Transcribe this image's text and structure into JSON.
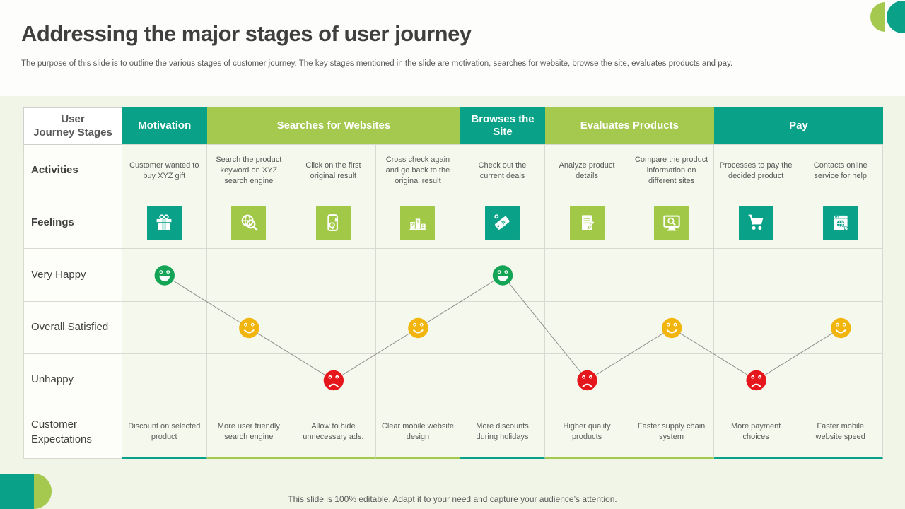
{
  "header": {
    "title": "Addressing the major stages of user journey",
    "subtitle": "The purpose of this slide is to outline the various stages of customer journey. The key stages mentioned in the slide are motivation, searches for website, browse the site, evaluates products and pay."
  },
  "table": {
    "corner_label": "User\nJourney Stages",
    "groups": [
      {
        "label": "Motivation",
        "span": 1,
        "color": "teal"
      },
      {
        "label": "Searches for Websites",
        "span": 3,
        "color": "lime"
      },
      {
        "label": "Browses the Site",
        "span": 1,
        "color": "teal"
      },
      {
        "label": "Evaluates Products",
        "span": 2,
        "color": "lime"
      },
      {
        "label": "Pay",
        "span": 2,
        "color": "teal"
      }
    ],
    "row_labels": [
      "Activities",
      "Feelings",
      "Very Happy",
      "Overall Satisfied",
      "Unhappy",
      "Customer Expectations"
    ],
    "stages": [
      {
        "activity": "Customer wanted to buy XYZ gift",
        "icon": "gift-icon",
        "icon_color": "teal",
        "feeling": "very_happy",
        "expectation": "Discount on selected product"
      },
      {
        "activity": "Search the product keyword on XYZ search engine",
        "icon": "globe-search-icon",
        "icon_color": "lime",
        "feeling": "satisfied",
        "expectation": "More user friendly search engine"
      },
      {
        "activity": "Click on the first original result",
        "icon": "mobile-click-icon",
        "icon_color": "lime",
        "feeling": "unhappy",
        "expectation": "Allow to hide unnecessary ads."
      },
      {
        "activity": "Cross check again and go back to the original result",
        "icon": "ranking-podium-icon",
        "icon_color": "lime",
        "feeling": "satisfied",
        "expectation": "Clear mobile website design"
      },
      {
        "activity": "Check out the current deals",
        "icon": "discount-tag-icon",
        "icon_color": "teal",
        "feeling": "very_happy",
        "expectation": "More discounts during holidays"
      },
      {
        "activity": "Analyze product details",
        "icon": "document-analysis-icon",
        "icon_color": "lime",
        "feeling": "unhappy",
        "expectation": "Higher quality products"
      },
      {
        "activity": "Compare the product information on different sites",
        "icon": "monitor-search-icon",
        "icon_color": "lime",
        "feeling": "satisfied",
        "expectation": "Faster supply chain system"
      },
      {
        "activity": "Processes to pay the decided product",
        "icon": "shopping-cart-icon",
        "icon_color": "teal",
        "feeling": "unhappy",
        "expectation": "More payment choices"
      },
      {
        "activity": "Contacts online service for help",
        "icon": "browser-globe-icon",
        "icon_color": "teal",
        "feeling": "satisfied",
        "expectation": "Faster mobile website speed"
      }
    ]
  },
  "colors": {
    "teal": "#0aa189",
    "lime": "#a4c94e",
    "very_happy": "#13a456",
    "satisfied": "#f2b50d",
    "unhappy": "#e6161d",
    "journey_line": "#8f8f8f"
  },
  "footer": {
    "note": "This slide is 100% editable. Adapt it to your need and capture your audience’s attention."
  }
}
